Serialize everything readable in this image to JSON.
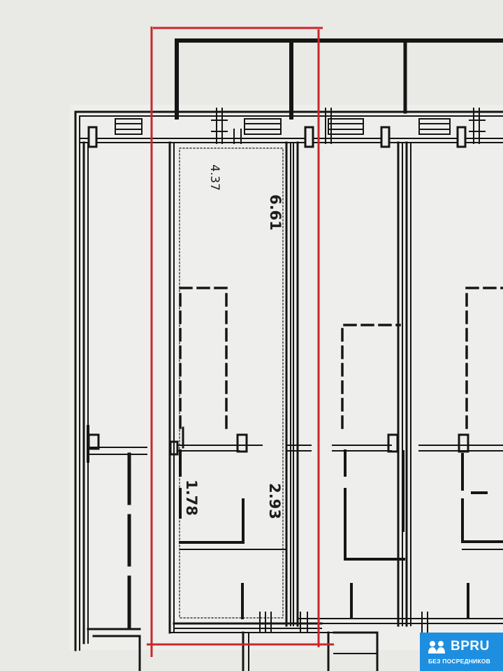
{
  "plan": {
    "dimensions": {
      "small_mark": "4.37",
      "room_length": "6.61",
      "bath_width": "1.78",
      "bath_length": "2.93"
    }
  },
  "watermark": {
    "name": "BPRU",
    "tagline": "БЕЗ ПОСРЕДНИКОВ",
    "color": "#1e8fe0"
  },
  "highlight": {
    "color": "#c9272b"
  }
}
